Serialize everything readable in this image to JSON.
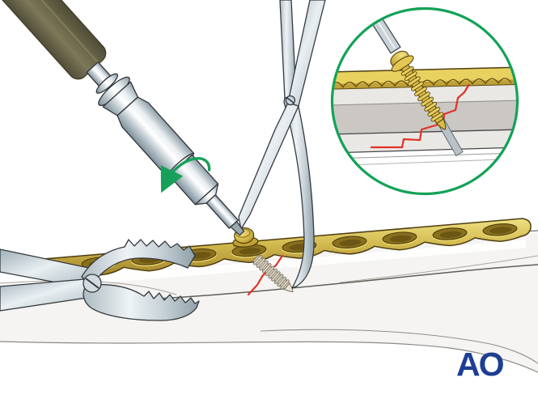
{
  "logo": {
    "text": "AO",
    "color": "#1e3e94"
  },
  "illustration": {
    "subject": "surgical-technique-plate-and-lag-screw-fixation",
    "parts": {
      "screwdriver": "screwdriver",
      "rotation_arrow": "rotation-arrow",
      "reduction_forceps": "pointed-reduction-forceps",
      "serrated_clamp": "serrated-bone-holding-clamp",
      "plate": "gold-compression-plate-with-combi-holes",
      "screw_head": "screw-head-in-plate-hole",
      "lag_screw": "threaded-lag-screw-across-fracture",
      "fracture": "red-fracture-line",
      "bone": "long-bone-diaphysis",
      "inset": "magnified-cross-section-detail"
    },
    "colors": {
      "plate_gold": "#d2b94e",
      "screw_gold": "#d9bb49",
      "fracture_red": "#e23127",
      "instrument_steel": "#c9d2d8",
      "handle_olive": "#6e6a4c",
      "rotation_arrow_green": "#18a05a",
      "inset_border_green": "#12a257",
      "bone_light": "#f5f4f2",
      "background": "#ffffff"
    }
  }
}
